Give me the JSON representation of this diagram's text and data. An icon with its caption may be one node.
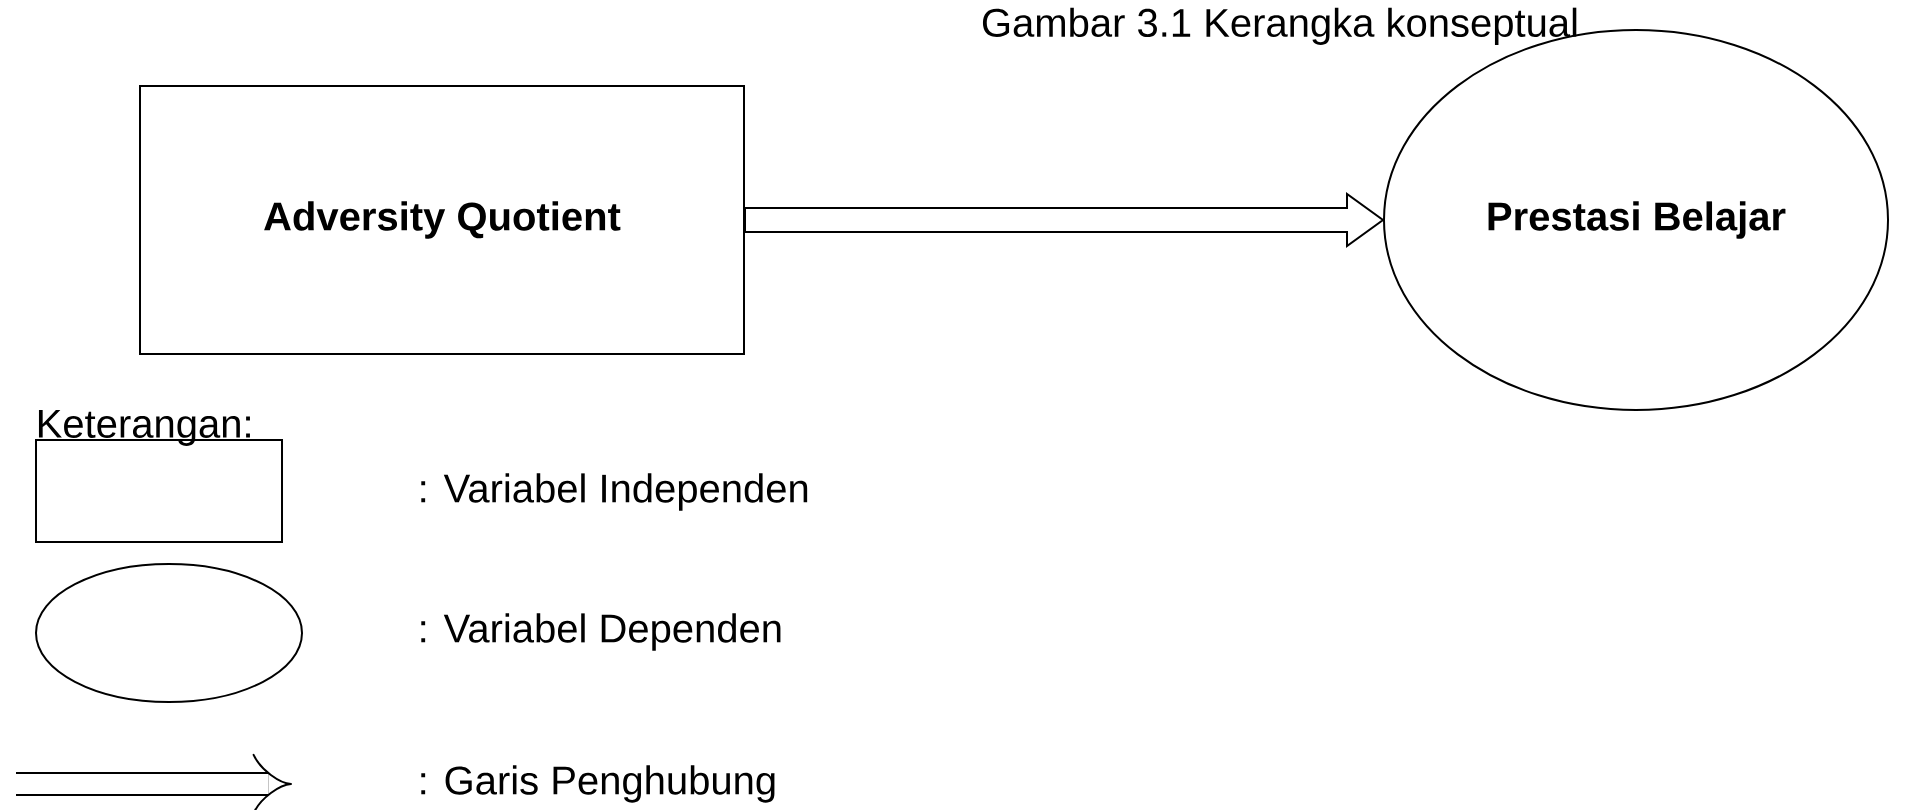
{
  "diagram": {
    "title": "Gambar 3.1 Kerangka konseptual",
    "nodes": [
      {
        "text": [
          "Adversity Quotient"
        ]
      },
      {
        "text": [
          "Prestasi Belajar"
        ]
      }
    ],
    "edges": [
      {
        "from": 0,
        "to": 1,
        "arrow": "to"
      }
    ],
    "labels": [
      "Keterangan:"
    ],
    "legend": [
      {
        "text": ": Variabel Independen"
      },
      {
        "text": ": Variabel Dependen"
      },
      {
        "text": ": Garis Penghubung"
      }
    ]
  }
}
